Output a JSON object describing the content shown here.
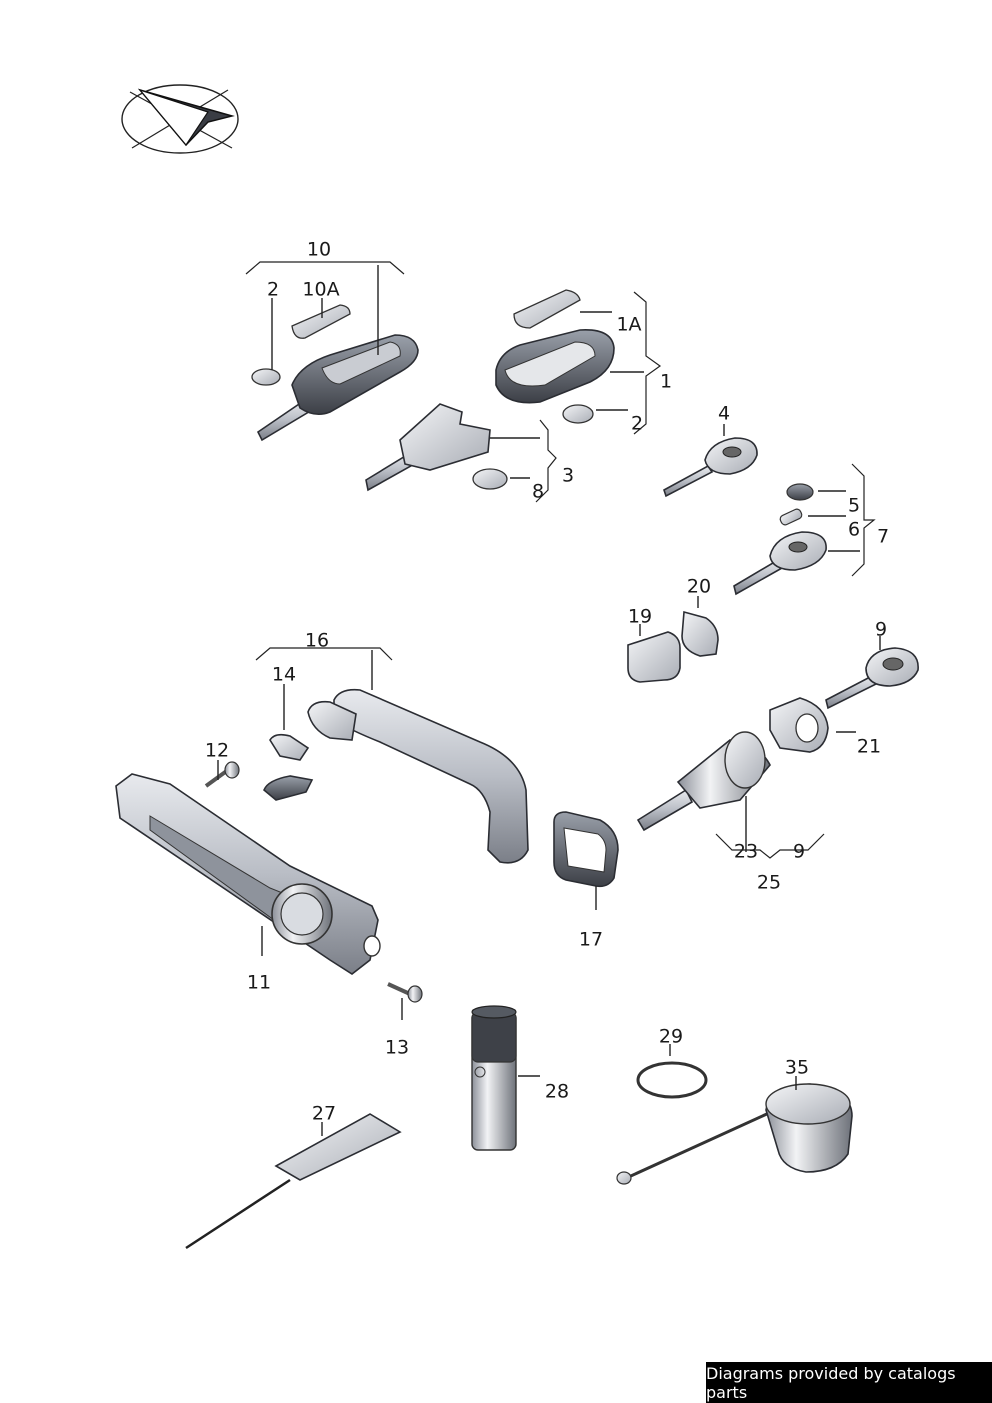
{
  "callouts": [
    "10",
    "2",
    "10A",
    "1A",
    "1",
    "2",
    "3",
    "8",
    "4",
    "5",
    "6",
    "7",
    "20",
    "19",
    "9",
    "16",
    "14",
    "12",
    "21",
    "23",
    "9",
    "25",
    "17",
    "11",
    "13",
    "29",
    "35",
    "28",
    "27"
  ],
  "watermark": "Diagrams provided by catalogs parts",
  "icons": {
    "logo": "paper-plane-logo-icon"
  }
}
